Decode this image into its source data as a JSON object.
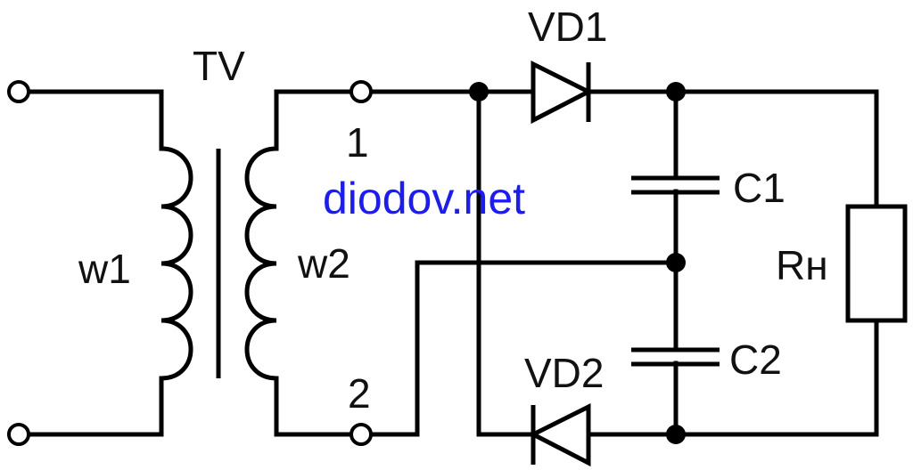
{
  "diagram": {
    "title": "Full-wave voltage doubler rectifier",
    "watermark": {
      "text": "diodov.net",
      "color": "#1a1aff"
    },
    "components": {
      "transformer": {
        "label": "TV",
        "primary_label": "w1",
        "secondary_label": "w2"
      },
      "terminals": {
        "t1_label": "1",
        "t2_label": "2"
      },
      "vd1": {
        "label": "VD1",
        "type": "diode"
      },
      "vd2": {
        "label": "VD2",
        "type": "diode"
      },
      "c1": {
        "label": "C1",
        "type": "capacitor"
      },
      "c2": {
        "label": "C2",
        "type": "capacitor"
      },
      "rload": {
        "label": "Rн",
        "type": "resistor"
      }
    },
    "colors": {
      "line": "#000000",
      "background": "#ffffff"
    }
  }
}
